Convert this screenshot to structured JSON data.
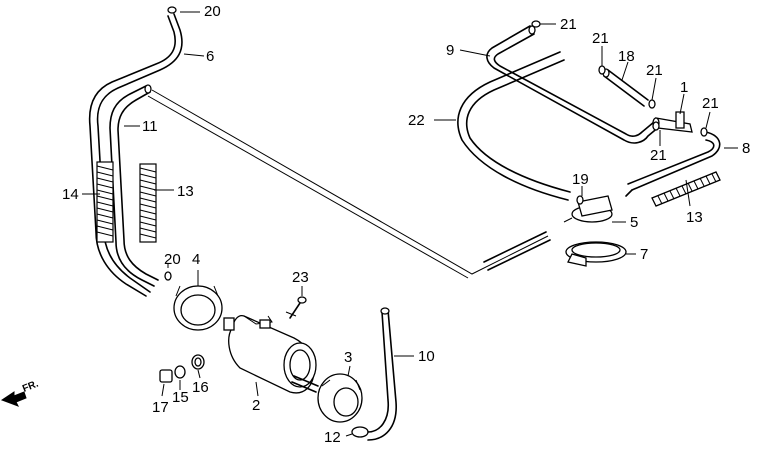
{
  "callouts": {
    "c1": "1",
    "c2": "2",
    "c3": "3",
    "c4": "4",
    "c5": "5",
    "c6": "6",
    "c7": "7",
    "c8": "8",
    "c9": "9",
    "c10": "10",
    "c11": "11",
    "c12": "12",
    "c13a": "13",
    "c13b": "13",
    "c14": "14",
    "c15": "15",
    "c16": "16",
    "c17": "17",
    "c18": "18",
    "c19": "19",
    "c20a": "20",
    "c20b": "20",
    "c21a": "21",
    "c21b": "21",
    "c21c": "21",
    "c21d": "21",
    "c21e": "21",
    "c22": "22",
    "c23": "23"
  },
  "direction_marker": {
    "text": "FR.",
    "icon": "front-arrow-icon"
  }
}
